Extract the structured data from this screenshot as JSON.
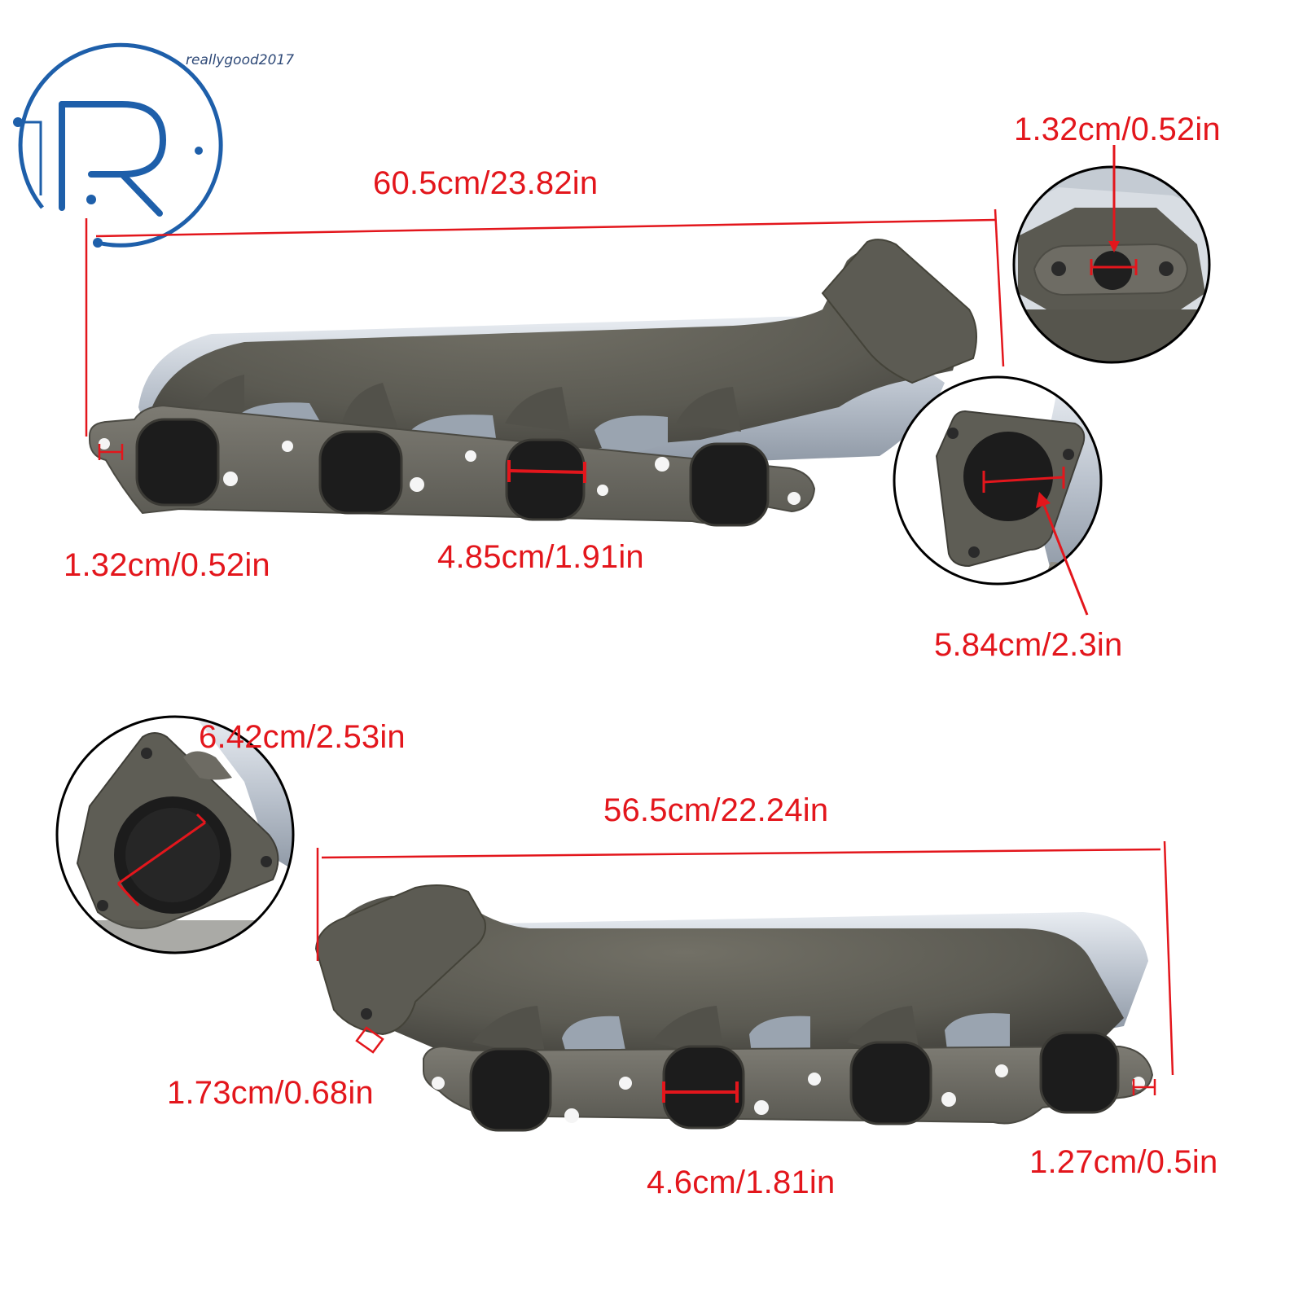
{
  "brand": {
    "text": "reallygood2017",
    "logo_letter": "R",
    "logo_color": "#1e5faa"
  },
  "annotation_color": "#e3161c",
  "top_manifold": {
    "overall_length": "60.5cm/23.82in",
    "flange_hole": "1.32cm/0.52in",
    "port_width": "4.85cm/1.91in",
    "outlet_hole_detail": "1.32cm/0.52in",
    "outlet_diameter": "5.84cm/2.3in"
  },
  "bottom_manifold": {
    "outlet_diameter": "6.42cm/2.53in",
    "overall_length": "56.5cm/22.24in",
    "outlet_hole": "1.73cm/0.68in",
    "port_width": "4.6cm/1.81in",
    "flange_hole": "1.27cm/0.5in"
  }
}
